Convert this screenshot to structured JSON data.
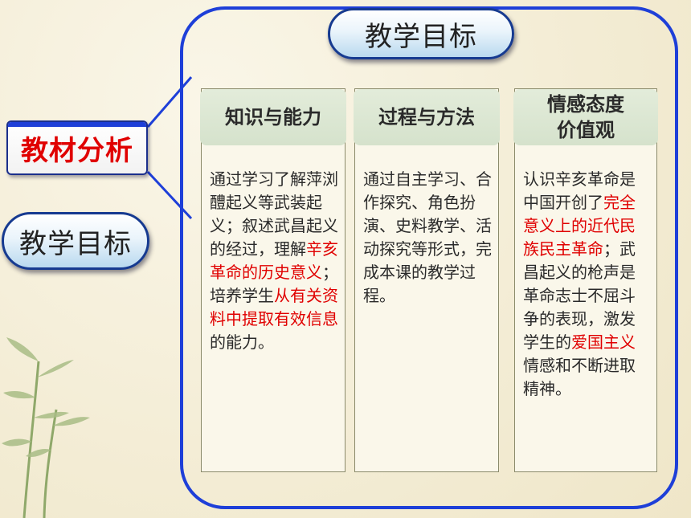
{
  "header": {
    "title": "教学目标"
  },
  "nav": {
    "active_tab": "教材分析",
    "secondary_tab": "教学目标"
  },
  "columns": [
    {
      "heading_lines": [
        "知识与能力"
      ],
      "content": [
        {
          "t": "通过学习了解萍浏醴起义等武装起义；",
          "red": false
        },
        {
          "t": "叙述武昌起义的经过，理解",
          "red": false
        },
        {
          "t": "辛亥革命的历史意义",
          "red": true
        },
        {
          "t": "；",
          "red": false
        },
        {
          "t": "培养学生",
          "red": false
        },
        {
          "t": "从有关资料中提取有效信息",
          "red": true
        },
        {
          "t": "的能力。",
          "red": false
        }
      ]
    },
    {
      "heading_lines": [
        "过程与方法"
      ],
      "content": [
        {
          "t": "通过自主学习、合作探究、角色扮演、史料教学、活动探究等形式，完成本课的教学过程。",
          "red": false
        }
      ]
    },
    {
      "heading_lines": [
        "情感态度",
        "价值观"
      ],
      "content": [
        {
          "t": "认识辛亥革命是中国开创了",
          "red": false
        },
        {
          "t": "完全意义上的近代民族民主革命",
          "red": true
        },
        {
          "t": "；",
          "red": false
        },
        {
          "t": "武昌起义的枪声是革命志士不屈斗争的表现，激发学生的",
          "red": false
        },
        {
          "t": "爱国主义",
          "red": true
        },
        {
          "t": "情感和不断进取精神。",
          "red": false
        }
      ]
    }
  ],
  "colors": {
    "frame": "#1e3fd8",
    "highlight": "#e00000",
    "column_header": "#d5e2cc"
  }
}
